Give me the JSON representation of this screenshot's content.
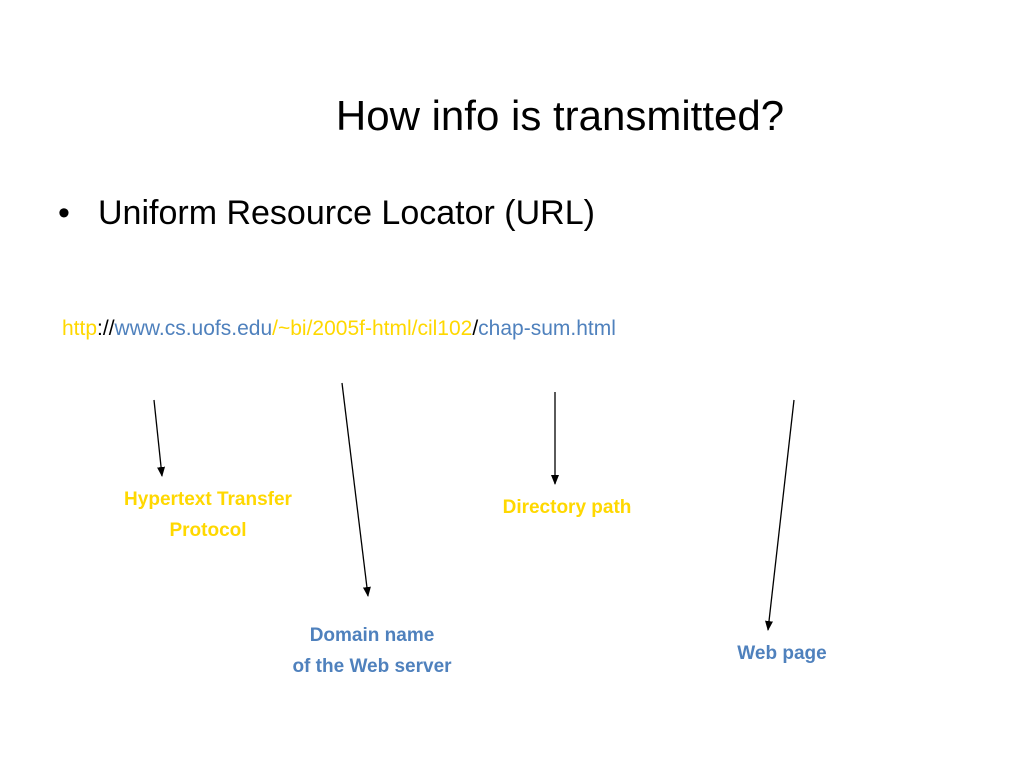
{
  "colors": {
    "yellow": "#FFD800",
    "blue": "#4F81BD",
    "black": "#000000"
  },
  "slide": {
    "title": "How info is transmitted?",
    "bullet": {
      "marker": "•",
      "text": "Uniform Resource Locator (URL)"
    },
    "url_parts": [
      {
        "text": "http",
        "color": "yellow"
      },
      {
        "text": "://",
        "color": "black"
      },
      {
        "text": "www.cs.uofs.edu",
        "color": "blue"
      },
      {
        "text": "/~bi/2005f-html/cil102",
        "color": "yellow"
      },
      {
        "text": "/",
        "color": "black"
      },
      {
        "text": "chap-sum.html",
        "color": "blue"
      }
    ],
    "labels": {
      "protocol": [
        "Hypertext Transfer",
        "Protocol"
      ],
      "directory": [
        "Directory path"
      ],
      "domain": [
        "Domain name",
        "of the Web server"
      ],
      "webpage": [
        "Web page"
      ]
    }
  }
}
